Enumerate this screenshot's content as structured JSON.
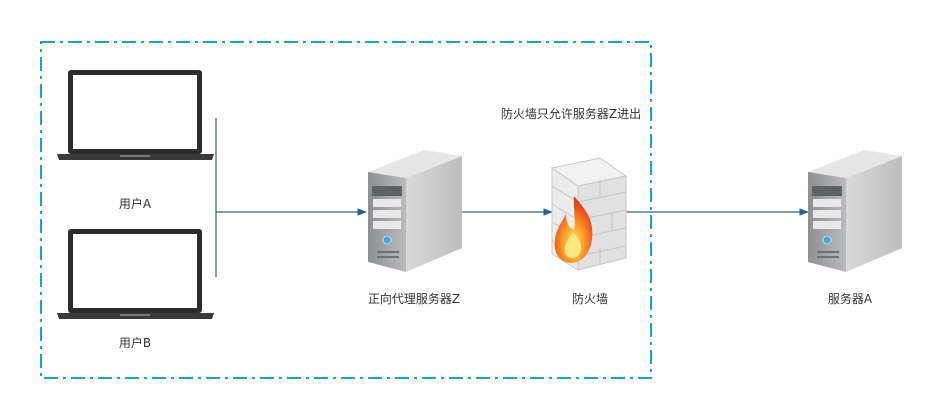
{
  "labels": {
    "user_a": "用户A",
    "user_b": "用户B",
    "proxy_server": "正向代理服务器Z",
    "firewall": "防火墙",
    "server_a": "服务器A",
    "firewall_note": "防火墙只允许服务器Z进出"
  },
  "colors": {
    "boundary": "#1aa0d8",
    "connector": "#2f5f8a",
    "laptop_frame": "#2b2b2b",
    "server_body": "#c9c9c9",
    "flame": "#f0641e"
  },
  "icons": {
    "laptop": "laptop-icon",
    "server": "server-icon",
    "firewall": "firewall-icon"
  }
}
